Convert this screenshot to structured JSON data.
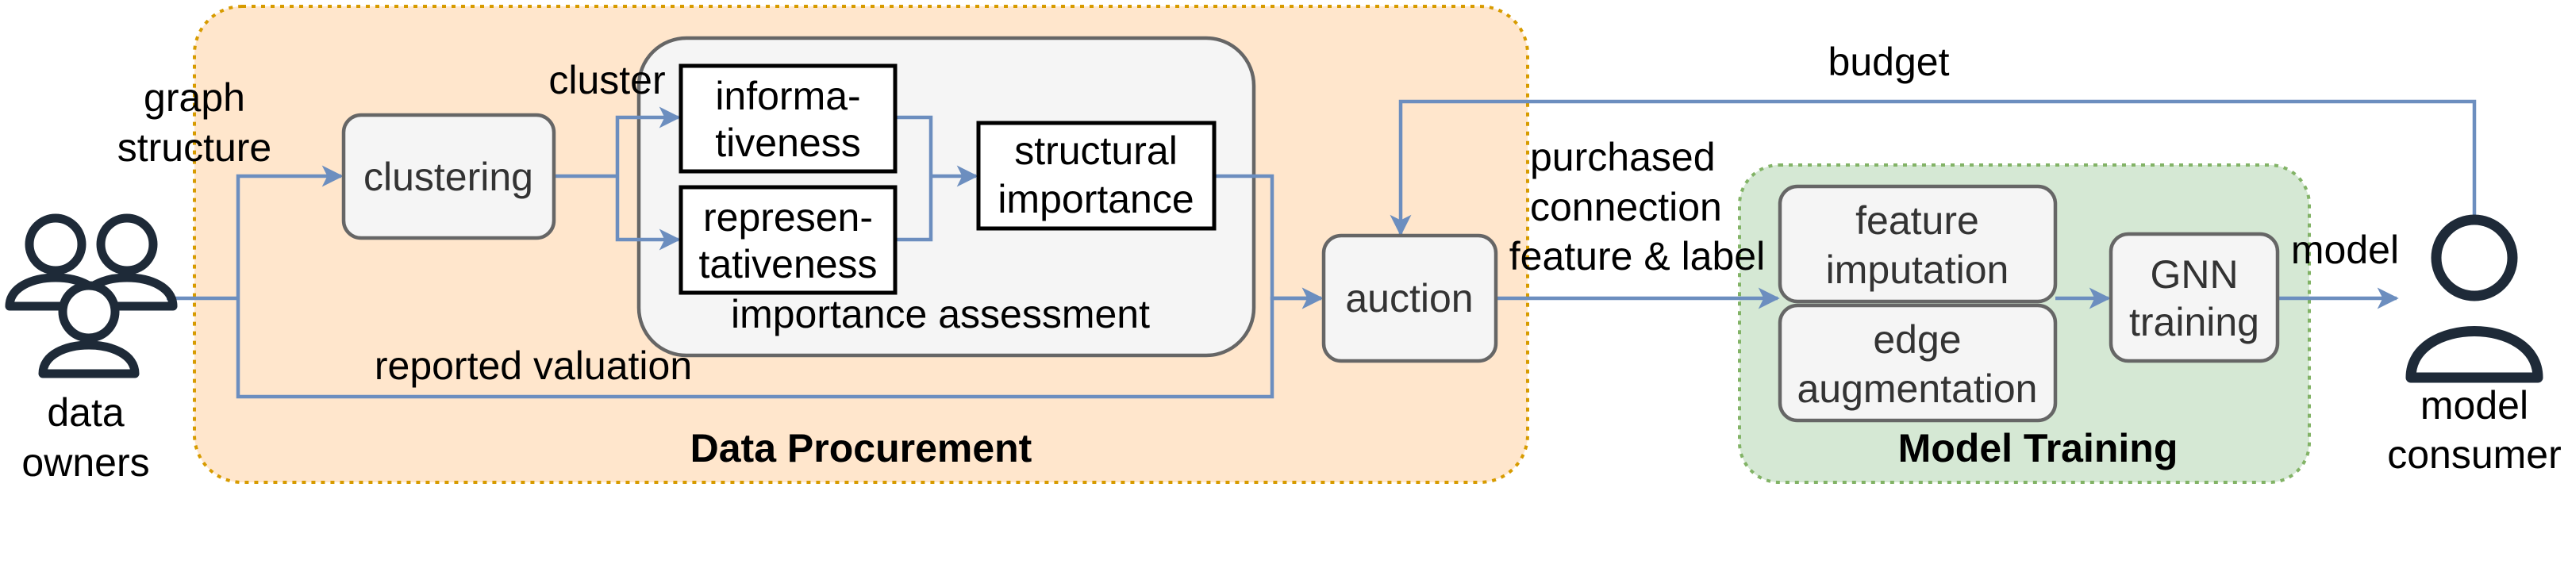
{
  "colors": {
    "procurement_fill": "#ffe6cc",
    "procurement_border": "#d79b00",
    "training_fill": "#d5e8d4",
    "training_border": "#82b366",
    "box_fill": "#f5f5f5",
    "box_border": "#666666",
    "arrow": "#6c8ebf",
    "person_icon": "#1e2a38"
  },
  "actors": {
    "owners_icon": "people-group-icon",
    "owners_label_line1": "data",
    "owners_label_line2": "owners",
    "consumer_icon": "person-icon",
    "consumer_label_line1": "model",
    "consumer_label_line2": "consumer"
  },
  "procurement": {
    "title": "Data Procurement",
    "graph_structure_line1": "graph",
    "graph_structure_line2": "structure",
    "clustering": "clustering",
    "cluster_label": "cluster",
    "informativeness_line1": "informa-",
    "informativeness_line2": "tiveness",
    "representativeness_line1": "represen-",
    "representativeness_line2": "tativeness",
    "structural_line1": "structural",
    "structural_line2": "importance",
    "assessment_label": "importance assessment",
    "auction": "auction",
    "reported_valuation": "reported valuation"
  },
  "flow": {
    "budget": "budget",
    "purchased_line1": "purchased",
    "purchased_line2": "connection",
    "purchased_line3": "feature & label",
    "model": "model"
  },
  "training": {
    "title": "Model Training",
    "feature_line1": "feature",
    "feature_line2": "imputation",
    "edge_line1": "edge",
    "edge_line2": "augmentation",
    "gnn_line1": "GNN",
    "gnn_line2": "training"
  }
}
